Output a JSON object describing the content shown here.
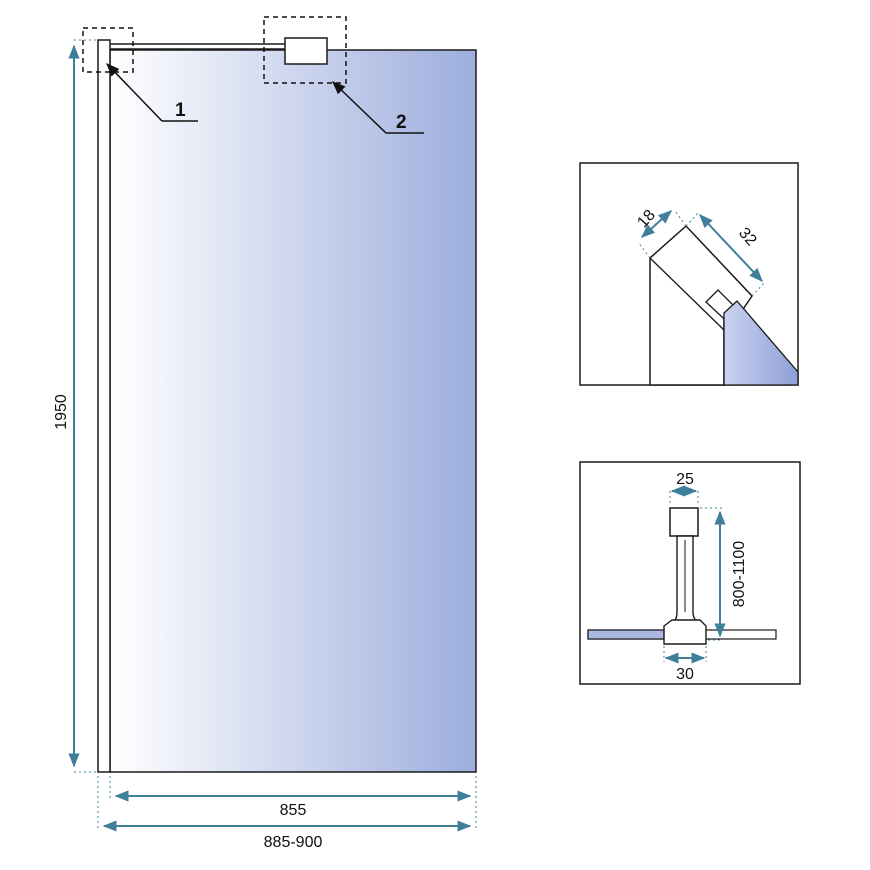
{
  "main_view": {
    "callout_1": "1",
    "callout_2": "2",
    "height_label": "1950",
    "glass_width_label": "855",
    "total_width_label": "885-900"
  },
  "detail_wall_profile": {
    "depth_label": "18",
    "width_label": "32"
  },
  "detail_support_bar": {
    "top_width_label": "25",
    "length_label": "800-1100",
    "bottom_width_label": "30"
  },
  "colors": {
    "dimension": "#3f7f9a",
    "glass_light": "#ffffff",
    "glass_dark": "#9daedd",
    "outline": "#1a1a1a"
  }
}
